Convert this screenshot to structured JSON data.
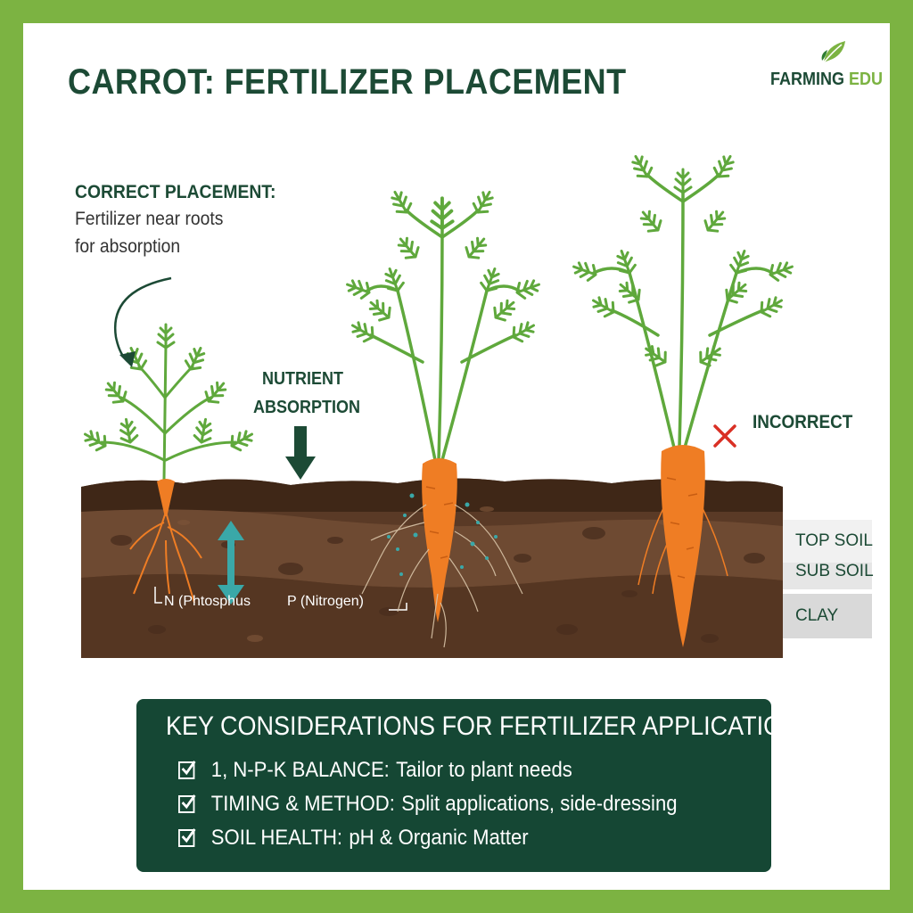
{
  "title": "CARROT: FERTILIZER PLACEMENT",
  "brand": {
    "part1": "FARMING",
    "part2": "EDU"
  },
  "correct": {
    "heading": "CORRECT PLACEMENT:",
    "line1": "Fertilizer near roots",
    "line2": "for absorption"
  },
  "nutrient": {
    "line1": "NUTRIENT",
    "line2": "ABSORPTION"
  },
  "incorrect": "INCORRECT",
  "root_labels": {
    "n": "N (Phtosphus",
    "p": "P (Nitrogen)"
  },
  "soil_layers": [
    "TOP SOIL",
    "SUB SOIL",
    "CLAY"
  ],
  "key": {
    "title": "KEY CONSIDERATIONS FOR FERTILIZER APPLICATION",
    "items": [
      {
        "key": "1, N-P-K BALANCE:",
        "text": "Tailor to plant needs"
      },
      {
        "key": "TIMING & METHOD:",
        "text": "Split applications, side-dressing"
      },
      {
        "key": "SOIL HEALTH:",
        "text": "pH & Organic Matter"
      }
    ]
  },
  "colors": {
    "border": "#7cb342",
    "dark_green": "#1c4a35",
    "panel": "#154734",
    "carrot": "#ef7d24",
    "foliage": "#5fa83c",
    "soil_top": "#4a2f1d",
    "soil_mid": "#6b4630",
    "soil_low": "#5a3a26",
    "arrow_teal": "#3aa8a8",
    "cross_red": "#d93025"
  }
}
